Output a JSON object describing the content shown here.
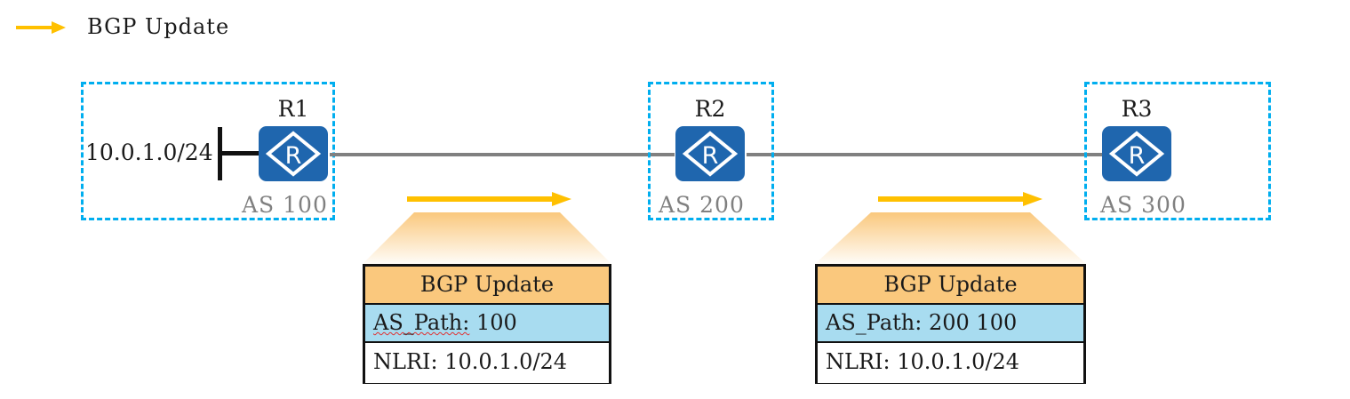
{
  "legend": {
    "arrow_icon": "arrow-right-icon",
    "label": "BGP Update",
    "arrow_color": "#FFC000"
  },
  "colors": {
    "as_border": "#00AEEF",
    "router_fill": "#1F66AE",
    "link": "#808080",
    "as_text": "#808080",
    "header_fill": "#FAC87D",
    "aspath_fill": "#A8DCF0",
    "arrow": "#FFC000",
    "stub": "#111111"
  },
  "network": {
    "prefix_label": "10.0.1.0/24",
    "autonomous_systems": [
      {
        "router": "R1",
        "as_label": "AS 100",
        "router_icon": "router-icon"
      },
      {
        "router": "R2",
        "as_label": "AS 200",
        "router_icon": "router-icon"
      },
      {
        "router": "R3",
        "as_label": "AS 300",
        "router_icon": "router-icon"
      }
    ]
  },
  "messages": [
    {
      "title": "BGP Update",
      "aspath_key": "AS_Path:",
      "aspath_value": "100",
      "nlri_label": "NLRI: 10.0.1.0/24",
      "spellcheck_marked": true
    },
    {
      "title": "BGP Update",
      "aspath_key": "AS_Path:",
      "aspath_value": "200 100",
      "nlri_label": "NLRI: 10.0.1.0/24",
      "spellcheck_marked": false
    }
  ]
}
